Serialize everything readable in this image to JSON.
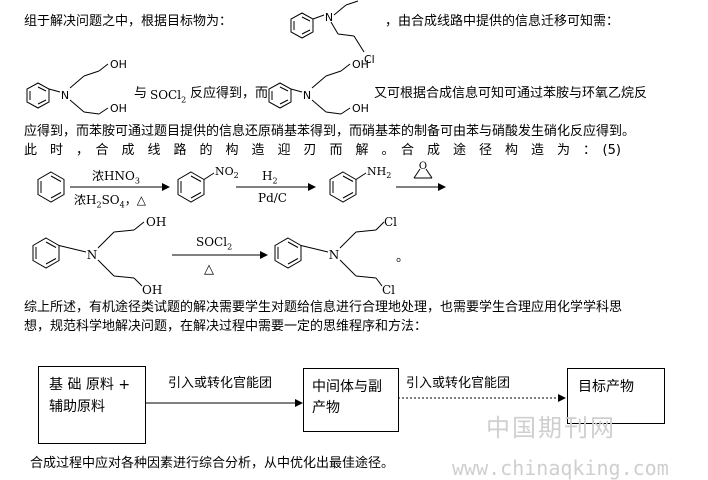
{
  "para1": {
    "intro": "组于解决问题之中，根据目标物为：",
    "after_target": "，由合成线路中提供的信息迁移可知需：",
    "react_with": "与",
    "reagent": "SOCl",
    "reagent_sub": "2",
    "react_result": "反应得到，而",
    "line2_tail": "又可根据合成信息可知可通过苯胺与环氧乙烷反",
    "line3": "应得到，而苯胺可通过题目提供的信息还原硝基苯得到，而硝基苯的制备可由苯与硝酸发生硝化反应得到。",
    "line4": "此　时　，　合　成　线　路　的　构　造　迎　刃　而　解　。　合　成　途　径　构　造　为　：　(5)"
  },
  "scheme": {
    "step1_top": "浓HNO",
    "step1_top_sub": "3",
    "step1_bottom": "浓H",
    "step1_bottom_sub1": "2",
    "step1_bottom_mid": "SO",
    "step1_bottom_sub2": "4",
    "step1_bottom_tail": "，△",
    "nitro": "NO",
    "nitro_sub": "2",
    "step2_top": "H",
    "step2_top_sub": "2",
    "step2_bottom": "Pd/C",
    "amine": "NH",
    "amine_sub": "2",
    "step4_top": "SOCl",
    "step4_top_sub": "2",
    "step4_bottom": "△",
    "atom_n": "N",
    "atom_o": "O",
    "oh": "OH",
    "cl": "Cl",
    "end_mark": "。"
  },
  "para2": {
    "line1": "综上所述，有机途径类试题的解决需要学生对题给信息进行合理地处理，也需要学生合理应用化学学科思",
    "line2": "想，规范科学地解决问题，在解决过程中需要一定的思维程序和方法："
  },
  "flow": {
    "box1_line1": "基 础 原料 +",
    "box1_line2": "辅助原料",
    "arrow1_label": "引入或转化官能团",
    "box2_line1": "中间体与副",
    "box2_line2": "产物",
    "arrow2_label": "引入或转化官能团",
    "box3": "目标产物"
  },
  "footer": "合成过程中应对各种因素进行综合分析，从中优化出最佳途径。",
  "watermark": {
    "cn": "中国期刊网",
    "url": "www.chinaqking.com"
  }
}
